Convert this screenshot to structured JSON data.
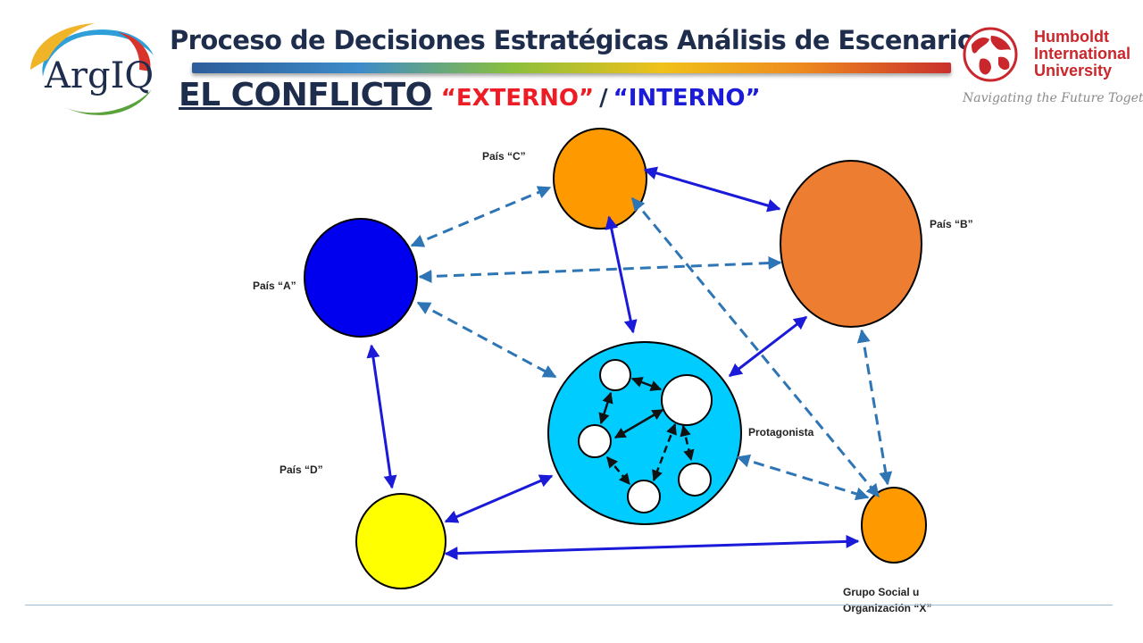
{
  "header": {
    "title": "Proceso de Decisiones Estratégicas Análisis de Escenarios",
    "subtitle_main": "EL CONFLICTO",
    "subtitle_ext": "“EXTERNO”",
    "subtitle_sep": "/",
    "subtitle_int": "“INTERNO”"
  },
  "logos": {
    "left_text": "ArgIQ",
    "right_name_line1": "Humboldt",
    "right_name_line2": "International",
    "right_name_line3": "University",
    "right_tagline": "Navigating the Future Together"
  },
  "diagram": {
    "labels": {
      "pais_a": "País “A”",
      "pais_b": "País “B”",
      "pais_c": "País “C”",
      "pais_d": "País “D”",
      "protagonista": "Protagonista",
      "grupo_line1": "Grupo Social u",
      "grupo_line2": "Organización “X”"
    },
    "colors": {
      "pais_a": "#0000ee",
      "pais_b": "#ed7d31",
      "pais_c": "#ff9900",
      "pais_d": "#ffff00",
      "protagonista": "#00ccff",
      "grupo": "#ff9900",
      "solid_arrow": "#1a1ad8",
      "dashed_arrow": "#2e75b6"
    }
  }
}
